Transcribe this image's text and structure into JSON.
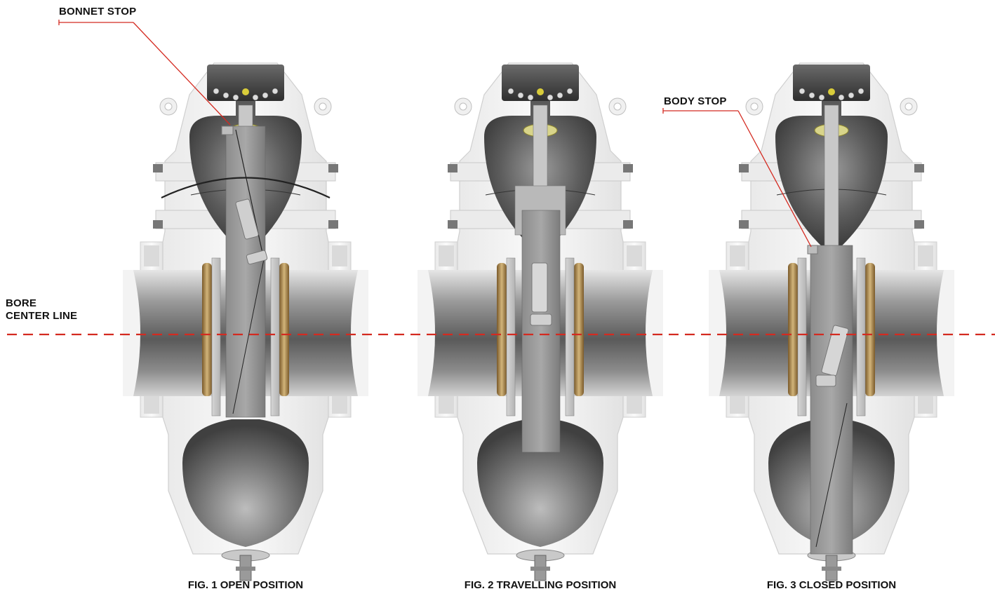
{
  "callouts": {
    "bonnet_stop": "BONNET STOP",
    "body_stop": "BODY STOP",
    "bore_line1": "BORE",
    "bore_line2": "CENTER LINE"
  },
  "figures": [
    {
      "caption": "FIG. 1 OPEN POSITION",
      "gate_position": "open"
    },
    {
      "caption": "FIG. 2 TRAVELLING POSITION",
      "gate_position": "travelling"
    },
    {
      "caption": "FIG. 3 CLOSED POSITION",
      "gate_position": "closed"
    }
  ],
  "colors": {
    "leader_red": "#d42a20",
    "body_white": "#f4f4f4",
    "interior_grey": "#6e6e6e",
    "bronze_seat": "#b8955a",
    "stop_ring": "#d8d48a"
  }
}
